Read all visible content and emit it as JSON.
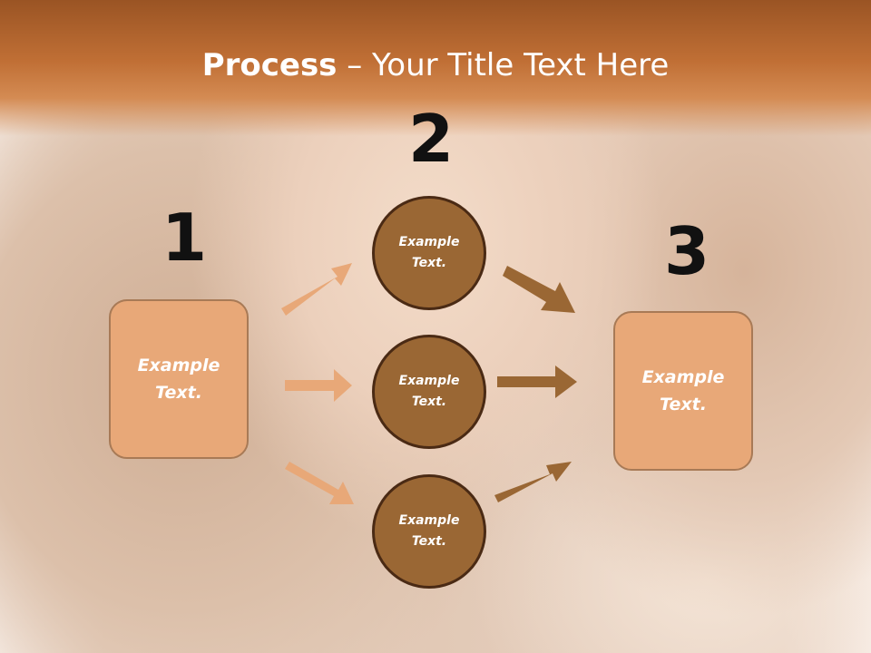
{
  "title": {
    "bold": "Process",
    "rest": " – Your Title Text Here"
  },
  "steps": [
    {
      "number": "1",
      "boxes": [
        {
          "text": "Example\nText."
        }
      ]
    },
    {
      "number": "2",
      "circles": [
        {
          "text": "Example\nText."
        },
        {
          "text": "Example\nText."
        },
        {
          "text": "Example\nText."
        }
      ]
    },
    {
      "number": "3",
      "boxes": [
        {
          "text": "Example\nText."
        }
      ]
    }
  ],
  "colors": {
    "banner": "#c06f35",
    "box_fill": "#e8a878",
    "circle_fill": "#9a6734",
    "arrow_light": "#e8a878",
    "arrow_dark": "#9a6734"
  }
}
